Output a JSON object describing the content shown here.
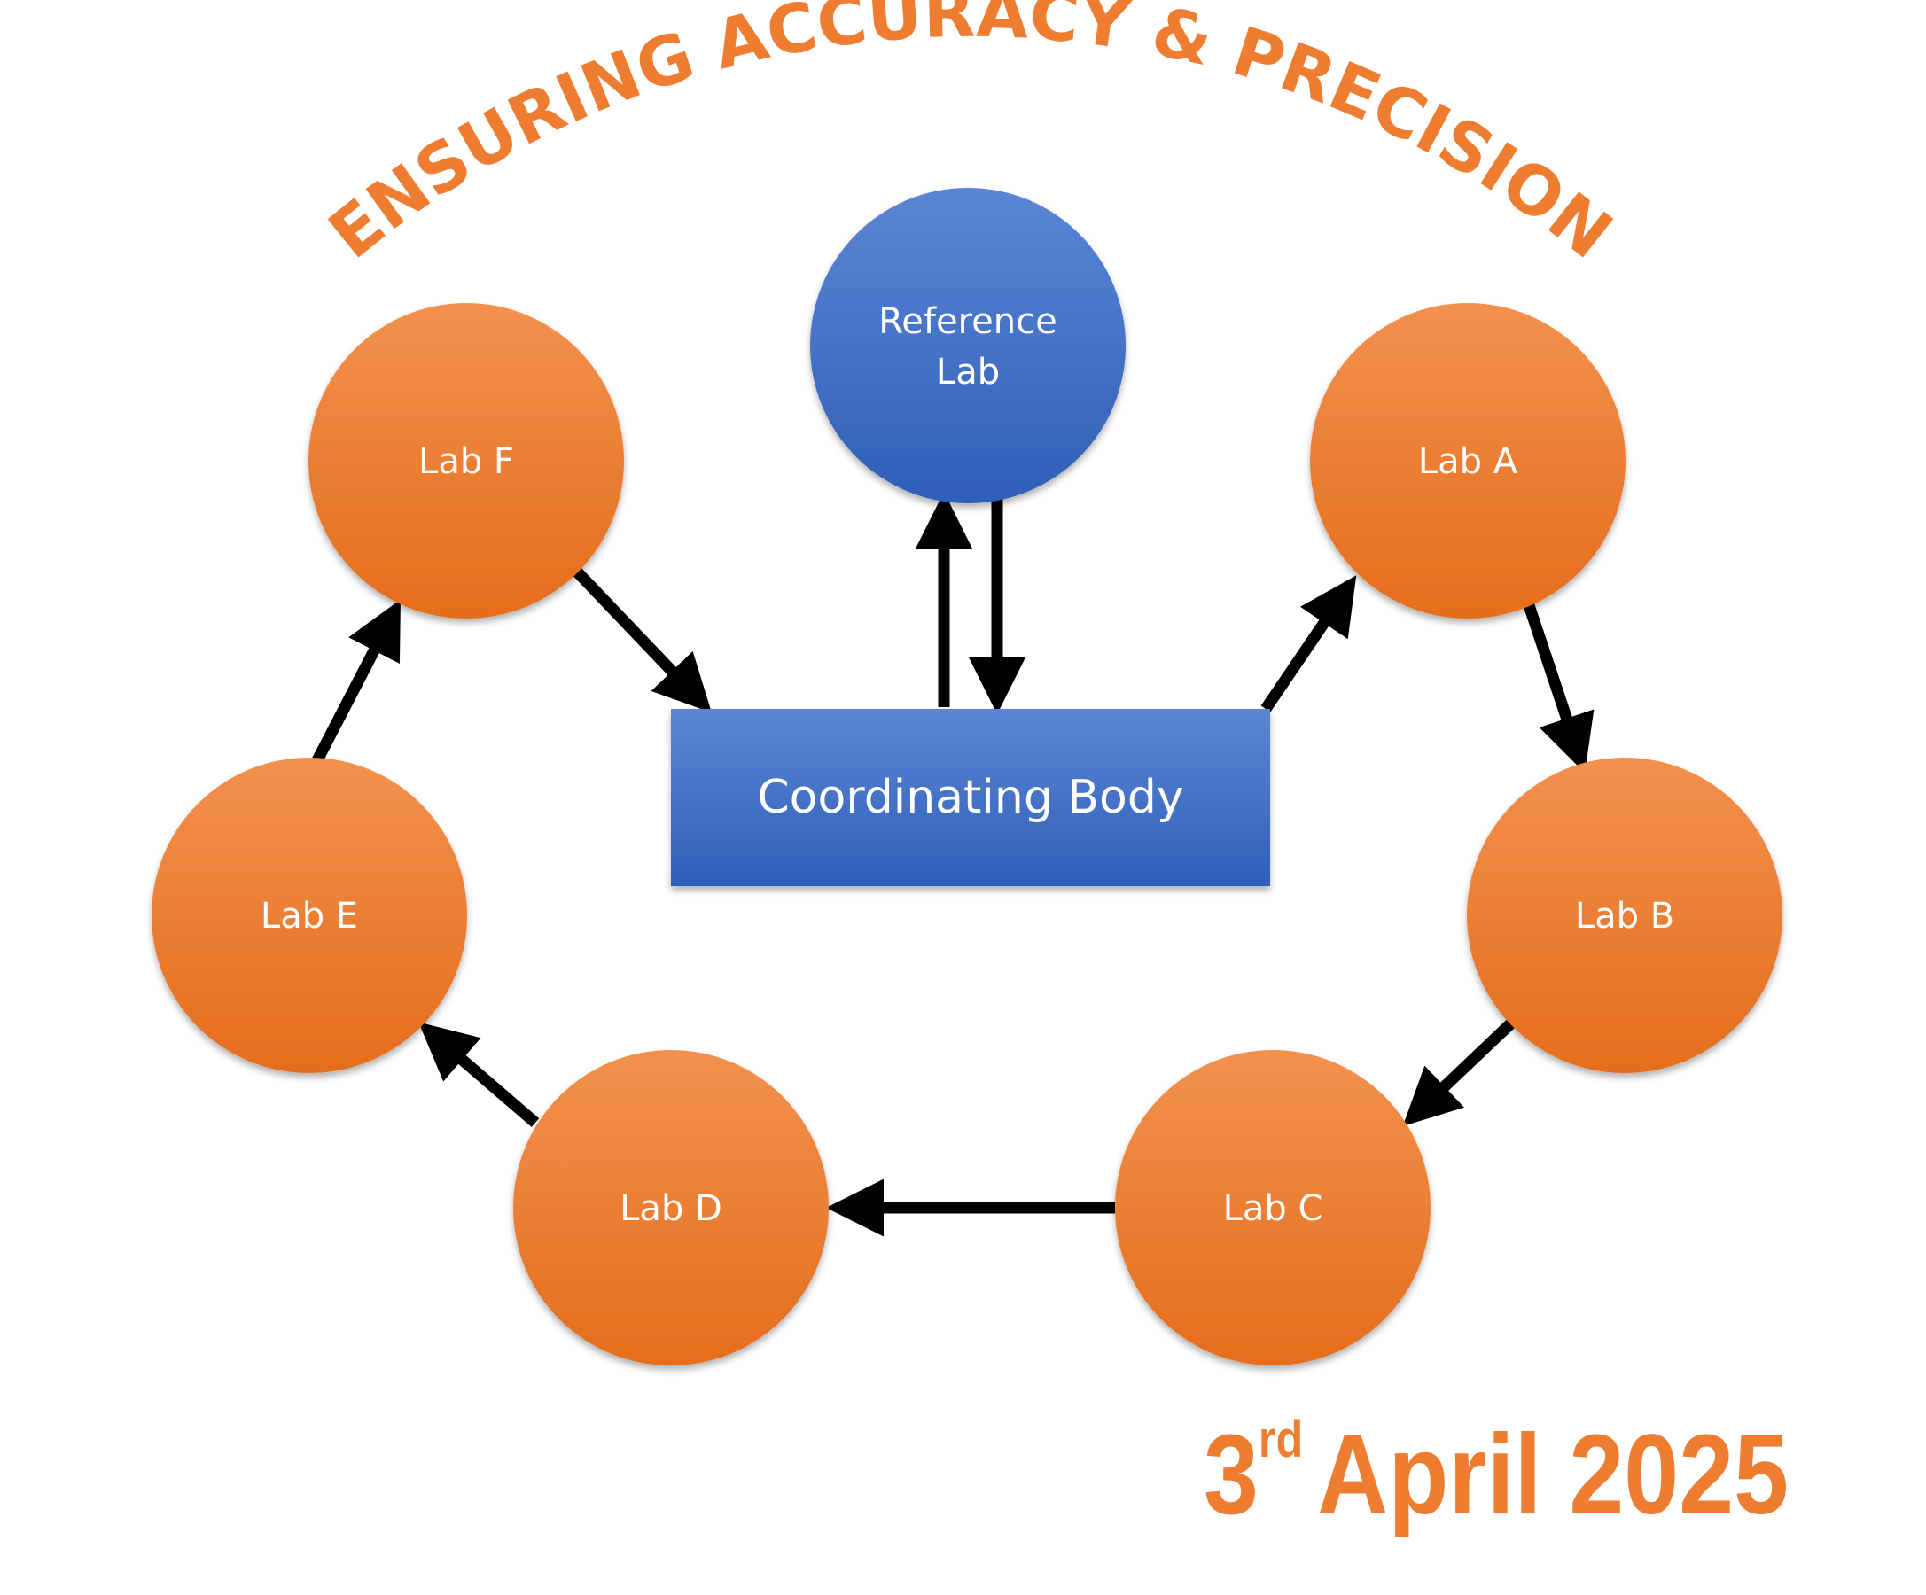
{
  "title": "ENSURING ACCURACY & PRECISION",
  "date": {
    "day": "3",
    "suffix": "rd",
    "rest": "April 2025"
  },
  "colors": {
    "orange": "#ee7d31",
    "orange_light": "#f2914e",
    "orange_dark": "#e26c1b",
    "blue": "#4472c4",
    "blue_light": "#5b86d4",
    "blue_dark": "#2f5fb8",
    "arrow": "#000000"
  },
  "nodes": {
    "reference": {
      "line1": "Reference",
      "line2": "Lab"
    },
    "coordinating": {
      "label": "Coordinating Body"
    },
    "lab_a": {
      "label": "Lab A"
    },
    "lab_b": {
      "label": "Lab B"
    },
    "lab_c": {
      "label": "Lab C"
    },
    "lab_d": {
      "label": "Lab D"
    },
    "lab_e": {
      "label": "Lab E"
    },
    "lab_f": {
      "label": "Lab F"
    }
  }
}
